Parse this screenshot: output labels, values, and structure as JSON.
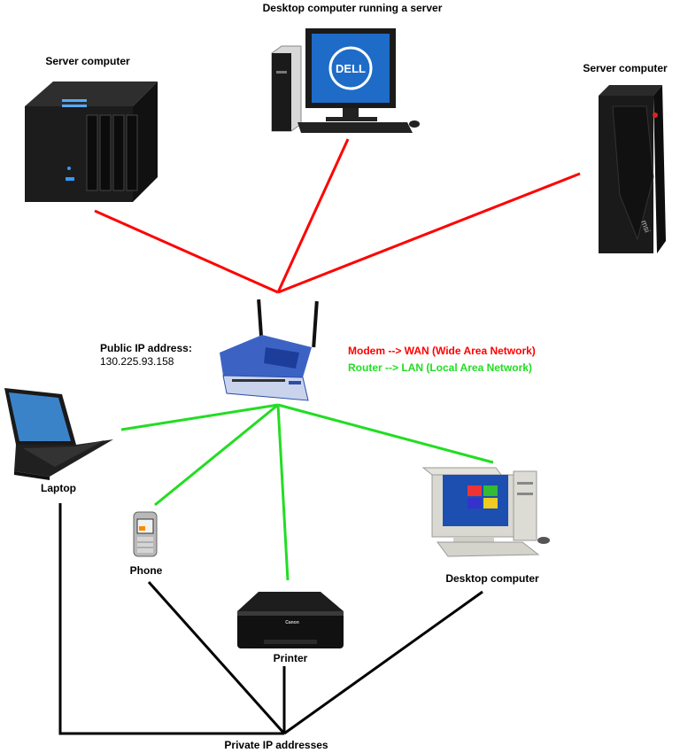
{
  "labels": {
    "desktop_server": "Desktop computer running a server",
    "server_left": "Server computer",
    "server_right": "Server computer",
    "public_ip_title": "Public IP address:",
    "public_ip_value": "130.225.93.158",
    "modem_line": "Modem  --> WAN (Wide Area Network)",
    "router_line": "Router  --> LAN (Local Area Network)",
    "laptop": "Laptop",
    "phone": "Phone",
    "printer": "Printer",
    "desktop": "Desktop computer",
    "private_ip": "Private IP addresses"
  },
  "device_marks": {
    "dell": "DELL",
    "msi": "msi",
    "canon": "Canon"
  },
  "colors": {
    "wan_link": "#ff0000",
    "lan_link": "#22dd22",
    "private_link": "#000000"
  }
}
